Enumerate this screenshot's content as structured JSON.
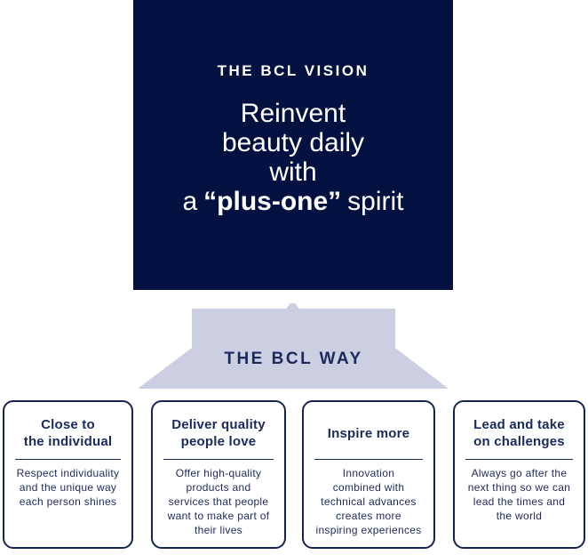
{
  "vision": {
    "label": "THE BCL VISION",
    "headline_lines": "Reinvent\nbeauty daily\nwith",
    "final_line": {
      "prefix": "a",
      "emphasis": "“plus-one”",
      "suffix": "spirit"
    }
  },
  "way": {
    "label": "THE BCL WAY"
  },
  "cards": {
    "items": [
      {
        "title": "Close to\nthe individual",
        "body": "Respect individuality\nand the unique way\neach person shines"
      },
      {
        "title": "Deliver quality\npeople love",
        "body": "Offer high-quality\nproducts and\nservices that people\nwant to make part of\ntheir lives"
      },
      {
        "title": "Inspire more",
        "body": "Innovation\ncombined with\ntechnical advances\ncreates more\ninspiring experiences"
      },
      {
        "title": "Lead and take\non challenges",
        "body": "Always go after the\nnext thing so we can\nlead the times and\nthe world"
      }
    ]
  },
  "colors": {
    "navy_box_background": "#021140",
    "text_and_border_navy": "#1b2a5c",
    "funnel_lavender": "#cccfe2",
    "vision_text": "#ffffff",
    "card_background": "#ffffff"
  }
}
